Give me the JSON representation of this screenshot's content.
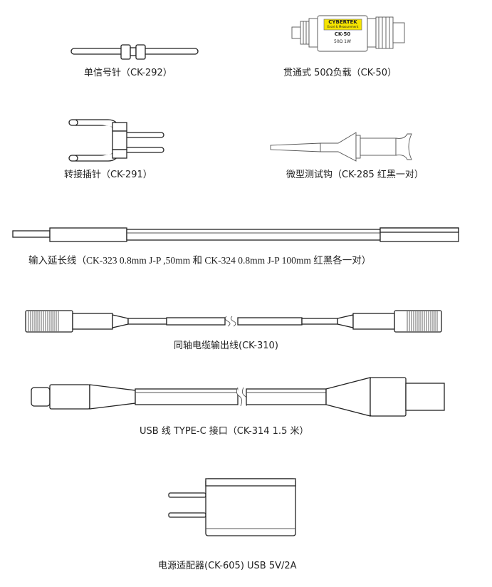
{
  "items": [
    {
      "caption": "单信号针（CK-292）"
    },
    {
      "caption": "贯通式 50Ω负载（CK-50）",
      "label_brand": "CYBERTEK",
      "label_sub": "Excel & Measurement",
      "label_model": "CK-50",
      "label_spec": "50Ω 1W"
    },
    {
      "caption": "转接插针（CK-291）"
    },
    {
      "caption": "微型测试钩（CK-285 红黑一对）"
    },
    {
      "caption": "输入延长线（CK-323 0.8mm J-P ,50mm 和 CK-324 0.8mm J-P 100mm   红黑各一对）"
    },
    {
      "caption": "同轴电缆输出线(CK-310)"
    },
    {
      "caption": "USB 线 TYPE-C 接口（CK-314 1.5 米）"
    },
    {
      "caption": "电源适配器(CK-605) USB 5V/2A"
    }
  ],
  "colors": {
    "line": "#222222",
    "label_yellow": "#f5e400"
  }
}
